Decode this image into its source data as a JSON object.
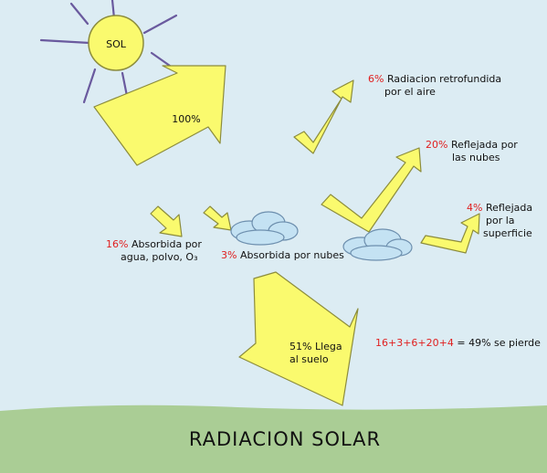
{
  "sun": {
    "label": "SOL"
  },
  "title": "RADIACION SOLAR",
  "incoming": {
    "label": "100%"
  },
  "flows": [
    {
      "id": "retro",
      "pct": "6%",
      "line1": "Radiacion retrofundida",
      "line2": "por el aire"
    },
    {
      "id": "nubes-refl",
      "pct": "20%",
      "line1": "Reflejada por",
      "line2": "las nubes"
    },
    {
      "id": "superficie",
      "pct": "4%",
      "line1": "Reflejada",
      "line2": "por la",
      "line3": "superficie"
    },
    {
      "id": "absorb-agua",
      "pct": "16%",
      "line1": "Absorbida por",
      "line2": "agua, polvo, O₃"
    },
    {
      "id": "absorb-nubes",
      "pct": "3%",
      "line1": "Absorbida por nubes"
    }
  ],
  "ground": {
    "line1": "51% Llega",
    "line2": "al suelo"
  },
  "sum": {
    "expr": "16+3+6+20+4",
    "result": "= 49% se pierde"
  },
  "colors": {
    "sky": "#dcecf3",
    "ground": "#aacd95",
    "arrow": "#fafa6e",
    "cloud": "#c4e2f3",
    "percent": "#e02020"
  }
}
